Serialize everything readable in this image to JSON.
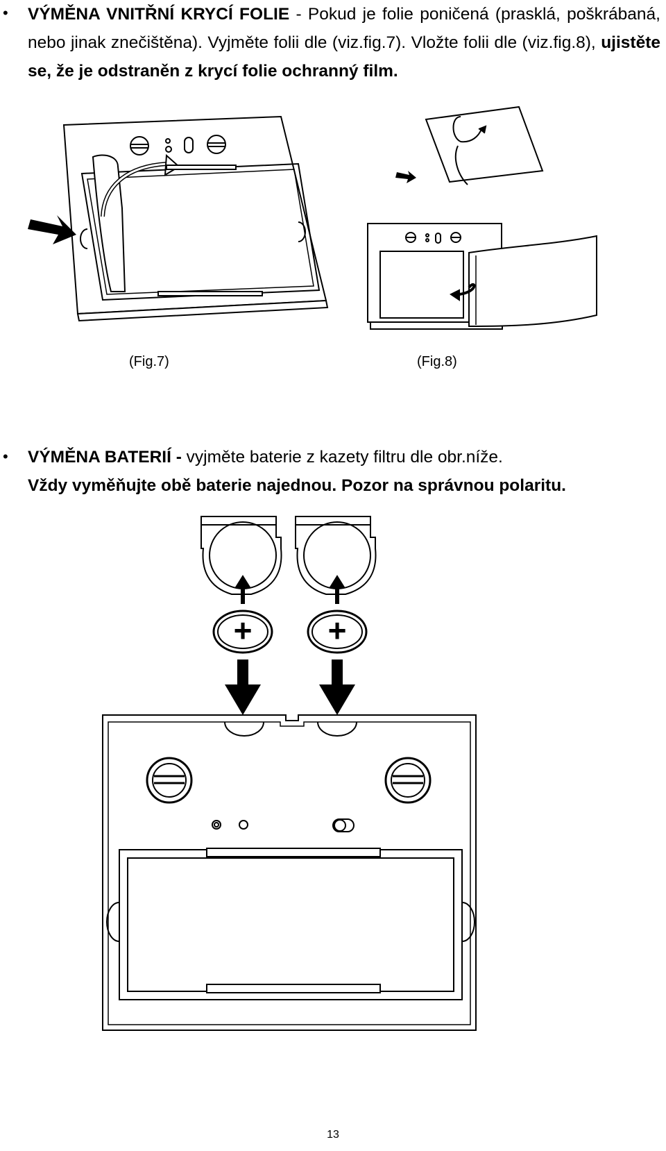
{
  "section1": {
    "bullet": "•",
    "heading": "VÝMĚNA VNITŘNÍ KRYCÍ FOLIE",
    "text": " - Pokud je folie poničená (prasklá, poškrábaná, nebo jinak znečištěna). Vyjměte folii dle (viz.fig.7). Vložte folii dle (viz.fig.8), ",
    "bold_tail": "ujistěte se, že je odstraněn z krycí folie ochranný film."
  },
  "figures": {
    "fig7_caption": "(Fig.7)",
    "fig8_caption": "(Fig.8)"
  },
  "section2": {
    "bullet": "•",
    "heading": "VÝMĚNA BATERIÍ -",
    "text": " vyjměte baterie z kazety filtru dle obr.níže.",
    "line2": "Vždy vyměňujte obě baterie najednou. Pozor na správnou polaritu."
  },
  "battery_figure": {
    "plus_left": "+",
    "plus_right": "+"
  },
  "page_number": "13"
}
